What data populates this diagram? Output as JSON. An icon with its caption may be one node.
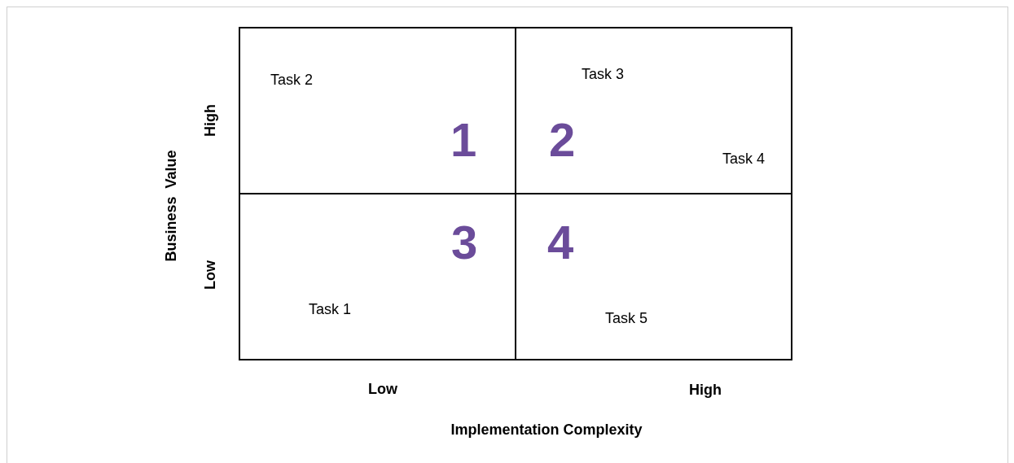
{
  "diagram": {
    "nodes": [
      {
        "text": [
          "Task 2",
          "1"
        ]
      },
      {
        "text": [
          "Task 3",
          "2",
          "Task 4"
        ]
      },
      {
        "text": [
          "3",
          "Task 1"
        ]
      },
      {
        "text": [
          "4",
          "Task 5"
        ]
      }
    ],
    "labels": [
      "High",
      "Low",
      "Business  Value",
      "Low",
      "High",
      "Implementation Complexity"
    ]
  }
}
